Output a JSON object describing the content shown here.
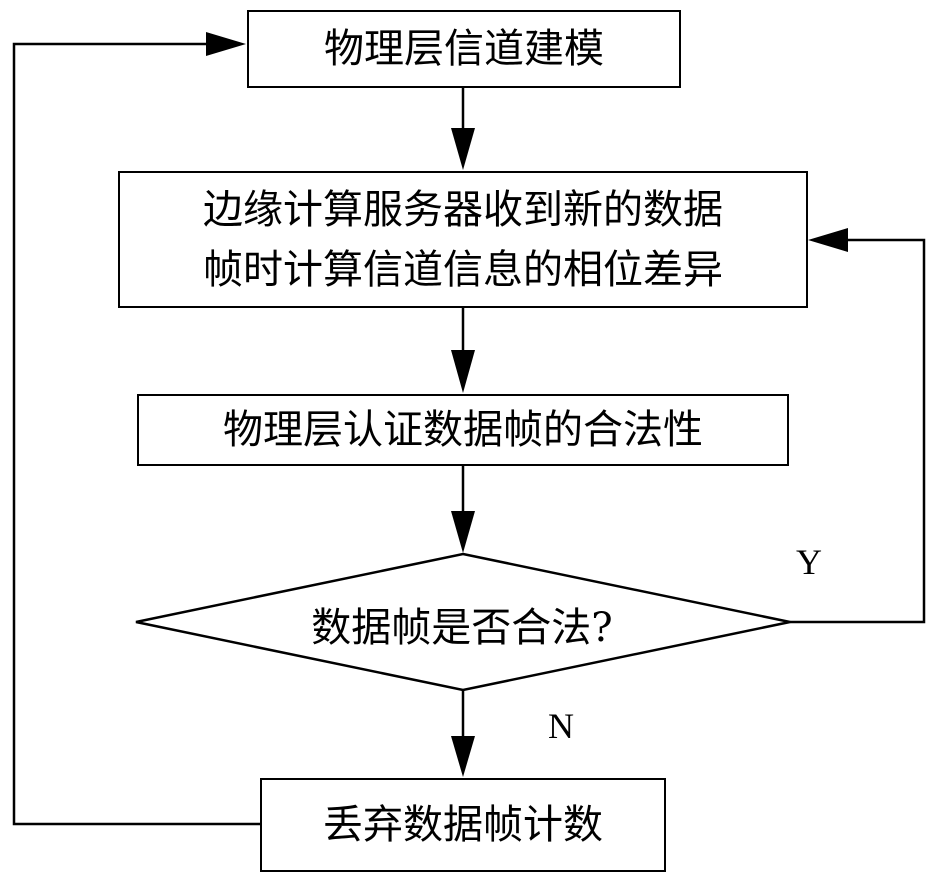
{
  "diagram": {
    "nodes": {
      "channel_modeling": "物理层信道建模",
      "phase_diff": [
        "边缘计算服务器收到新的数据",
        "帧时计算信道信息的相位差异"
      ],
      "authenticate": "物理层认证数据帧的合法性",
      "decision": "数据帧是否合法?",
      "discard": "丢弃数据帧计数"
    },
    "branches": {
      "yes": "Y",
      "no": "N"
    }
  }
}
